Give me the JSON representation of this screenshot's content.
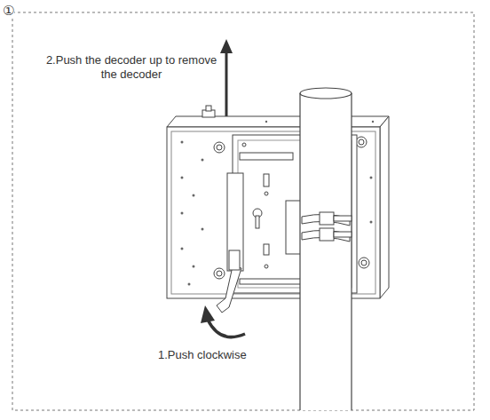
{
  "diagram": {
    "labels": [
      "①",
      "2.Push the decoder up to remove the decoder",
      "1.Push clockwise"
    ]
  }
}
